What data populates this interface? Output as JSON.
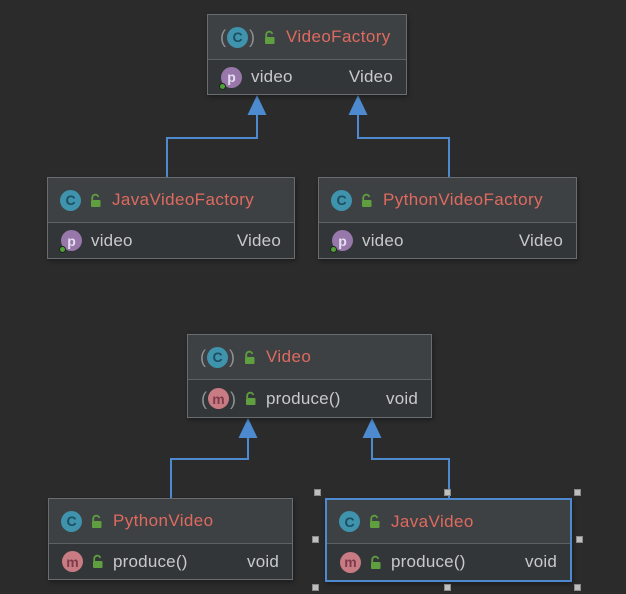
{
  "diagram_title": "UML class diagram",
  "colors": {
    "background": "#2b2b2b",
    "node_header": "#3d4143",
    "node_body": "#333638",
    "node_border": "#6a6d6f",
    "class_name_text": "#df6a5f",
    "member_text": "#c7c9ca",
    "edge_blue": "#4d8ad0",
    "selection_border": "#4d8ad0",
    "selection_handle": "#bfbfbf",
    "class_icon_fill": "#3f93ad",
    "property_icon_fill": "#9877ab",
    "method_icon_fill": "#c97b84",
    "lock_green": "#5f9f40"
  },
  "icons": {
    "class_letter": "C",
    "property_letter": "p",
    "method_letter": "m",
    "paren_open": "(",
    "paren_close": ")"
  },
  "classes": {
    "videoFactory": {
      "title": "VideoFactory",
      "kind": "abstract class",
      "member": {
        "kind": "property",
        "name": "video",
        "type": "Video"
      }
    },
    "javaVideoFactory": {
      "title": "JavaVideoFactory",
      "kind": "class",
      "member": {
        "kind": "property",
        "name": "video",
        "type": "Video"
      }
    },
    "pythonVideoFactory": {
      "title": "PythonVideoFactory",
      "kind": "class",
      "member": {
        "kind": "property",
        "name": "video",
        "type": "Video"
      }
    },
    "video": {
      "title": "Video",
      "kind": "abstract class",
      "member": {
        "kind": "method",
        "name": "produce()",
        "type": "void"
      }
    },
    "pythonVideo": {
      "title": "PythonVideo",
      "kind": "class",
      "member": {
        "kind": "method",
        "name": "produce()",
        "type": "void"
      }
    },
    "javaVideo": {
      "title": "JavaVideo",
      "kind": "class",
      "member": {
        "kind": "method",
        "name": "produce()",
        "type": "void"
      }
    }
  },
  "edges": [
    {
      "from": "JavaVideoFactory",
      "to": "VideoFactory",
      "type": "extends"
    },
    {
      "from": "PythonVideoFactory",
      "to": "VideoFactory",
      "type": "extends"
    },
    {
      "from": "PythonVideo",
      "to": "Video",
      "type": "extends"
    },
    {
      "from": "JavaVideo",
      "to": "Video",
      "type": "extends"
    }
  ],
  "selection": {
    "selected_class": "JavaVideo",
    "handle_count": 8
  }
}
